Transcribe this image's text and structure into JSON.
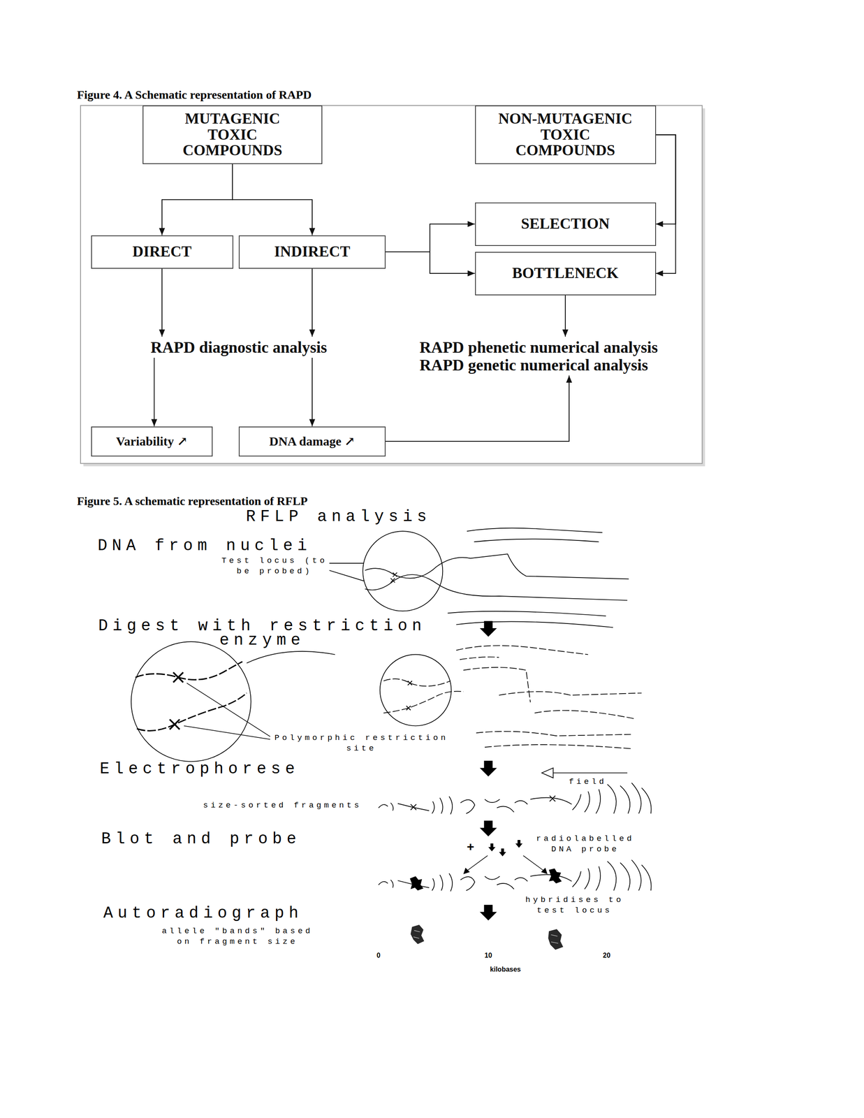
{
  "diagram": {
    "nodes": [
      {
        "text": [
          "MUTAGENIC TOXIC COMPOUNDS"
        ]
      },
      {
        "text": [
          "NON-MUTAGENIC TOXIC COMPOUNDS"
        ]
      },
      {
        "text": [
          "DIRECT"
        ]
      },
      {
        "text": [
          "INDIRECT"
        ]
      },
      {
        "text": [
          "SELECTION"
        ]
      },
      {
        "text": [
          "BOTTLENECK"
        ]
      },
      {
        "text": [
          "RAPD diagnostic analysis"
        ]
      },
      {
        "text": [
          "RAPD phenetic numerical analysis",
          "RAPD genetic numerical analysis"
        ]
      },
      {
        "text": [
          "Variability ↗"
        ]
      },
      {
        "text": [
          "DNA damage ↗"
        ]
      }
    ],
    "edges": [
      {
        "from": 0,
        "to": 2,
        "arrow": "to"
      },
      {
        "from": 0,
        "to": 3,
        "arrow": "to"
      },
      {
        "from": 1,
        "to": 4,
        "arrow": "to"
      },
      {
        "from": 1,
        "to": 5,
        "arrow": "to"
      },
      {
        "from": 3,
        "to": 4,
        "arrow": "to"
      },
      {
        "from": 3,
        "to": 5,
        "arrow": "to"
      },
      {
        "from": 2,
        "to": 6,
        "arrow": "to"
      },
      {
        "from": 3,
        "to": 6,
        "arrow": "to"
      },
      {
        "from": 6,
        "to": 8,
        "arrow": "to"
      },
      {
        "from": 6,
        "to": 9,
        "arrow": "to"
      },
      {
        "from": 5,
        "to": 7,
        "arrow": "to"
      },
      {
        "from": 9,
        "to": 7,
        "arrow": "to"
      }
    ],
    "labels": [
      "Figure 4. A Schematic representation of RAPD",
      "Figure 5. A schematic representation of RFLP",
      "RFLP analysis",
      "DNA from nuclei",
      "Test locus (to be probed)",
      "Digest with restriction enzyme",
      "Polymorphic restriction site",
      "Electrophorese",
      "field",
      "size-sorted fragments",
      "Blot and probe",
      "+",
      "radiolabelled DNA probe",
      "hybridises to test locus",
      "Autoradiograph",
      "allele \"bands\" based on fragment size",
      "0",
      "10",
      "20",
      "kilobases"
    ]
  }
}
